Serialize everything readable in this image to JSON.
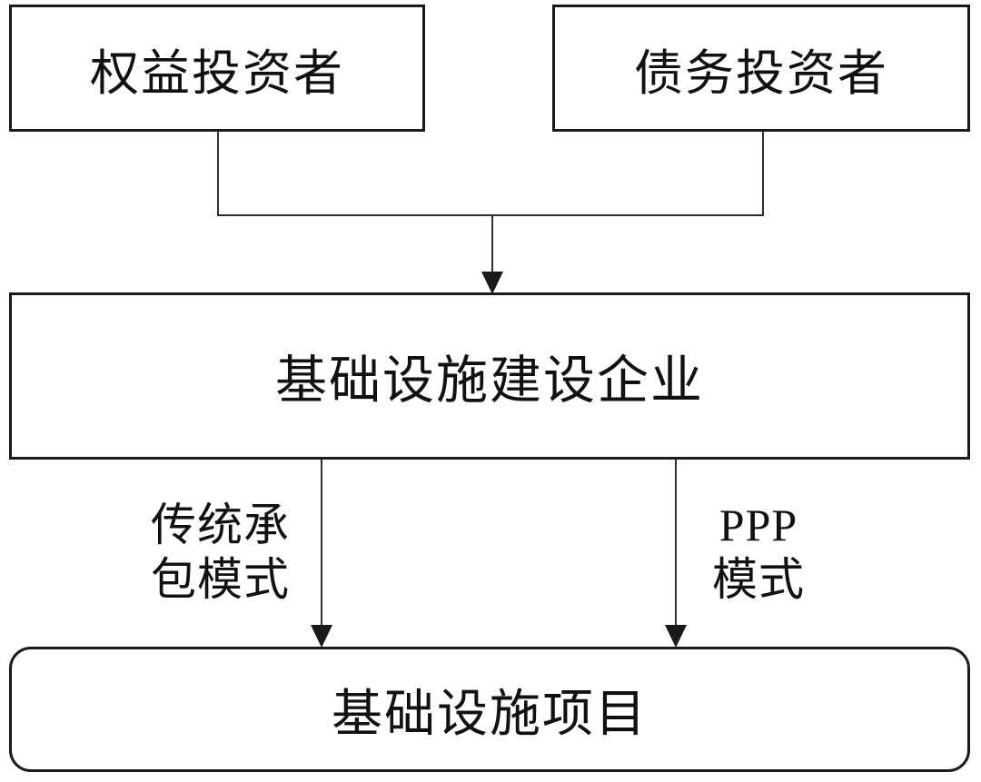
{
  "diagram": {
    "type": "flowchart",
    "nodes": {
      "equity": {
        "label": "权益投资者"
      },
      "debt": {
        "label": "债务投资者"
      },
      "enterprise": {
        "label": "基础设施建设企业"
      },
      "project": {
        "label": "基础设施项目"
      }
    },
    "edges": {
      "investors_to_enterprise": {
        "from": [
          "equity",
          "debt"
        ],
        "to": "enterprise",
        "label": ""
      },
      "traditional": {
        "from": "enterprise",
        "to": "project",
        "label_line1": "传统承",
        "label_line2": "包模式"
      },
      "ppp": {
        "from": "enterprise",
        "to": "project",
        "label_line1": "PPP",
        "label_line2": "模式"
      }
    },
    "colors": {
      "background": "#ffffff",
      "box_border": "#1a1a1a",
      "line": "#2f2f2f",
      "text": "#111111"
    }
  }
}
